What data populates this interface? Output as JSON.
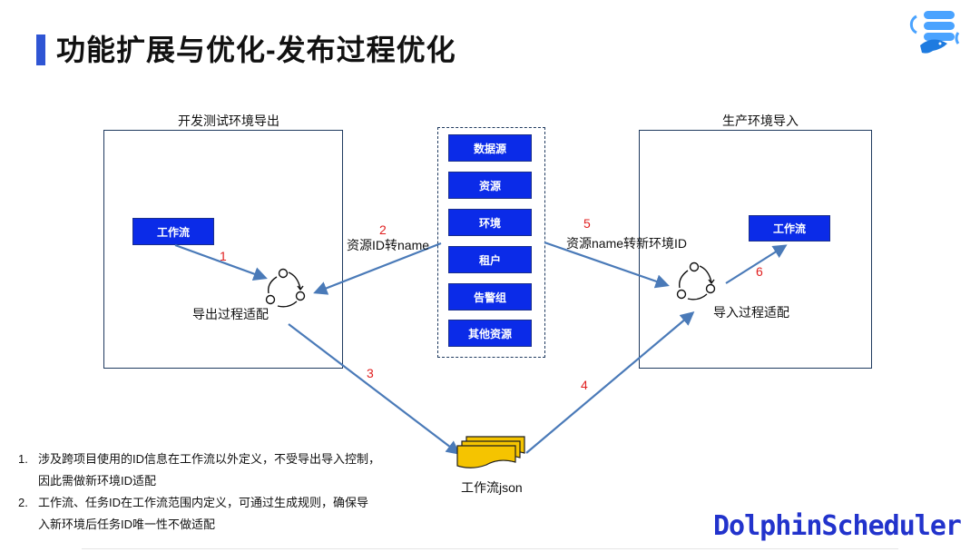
{
  "page": {
    "title": "功能扩展与优化-发布过程优化"
  },
  "left_panel": {
    "caption": "开发测试环境导出",
    "workflow_label": "工作流",
    "process_label": "导出过程适配"
  },
  "right_panel": {
    "caption": "生产环境导入",
    "workflow_label": "工作流",
    "process_label": "导入过程适配"
  },
  "resources": [
    "数据源",
    "资源",
    "环境",
    "租户",
    "告警组",
    "其他资源"
  ],
  "steps": {
    "s1": {
      "num": "1"
    },
    "s2": {
      "num": "2",
      "text": "资源ID转name"
    },
    "s3": {
      "num": "3"
    },
    "s4": {
      "num": "4"
    },
    "s5": {
      "num": "5",
      "text": "资源name转新环境ID"
    },
    "s6": {
      "num": "6"
    }
  },
  "file": {
    "label": "工作流json"
  },
  "notes": [
    {
      "marker": "1.",
      "lines": [
        "涉及跨项目使用的ID信息在工作流以外定义，不受导出导入控制，",
        "因此需做新环境ID适配"
      ]
    },
    {
      "marker": "2.",
      "lines": [
        "工作流、任务ID在工作流范围内定义，可通过生成规则，确保导",
        "入新环境后任务ID唯一性不做适配"
      ]
    }
  ],
  "brand": {
    "name": "DolphinScheduler"
  },
  "colors": {
    "accent": "#2f55d4",
    "button": "#0b2be8",
    "arrow": "#4a7ab8",
    "step_number": "#e02020",
    "file": "#f5c400"
  }
}
